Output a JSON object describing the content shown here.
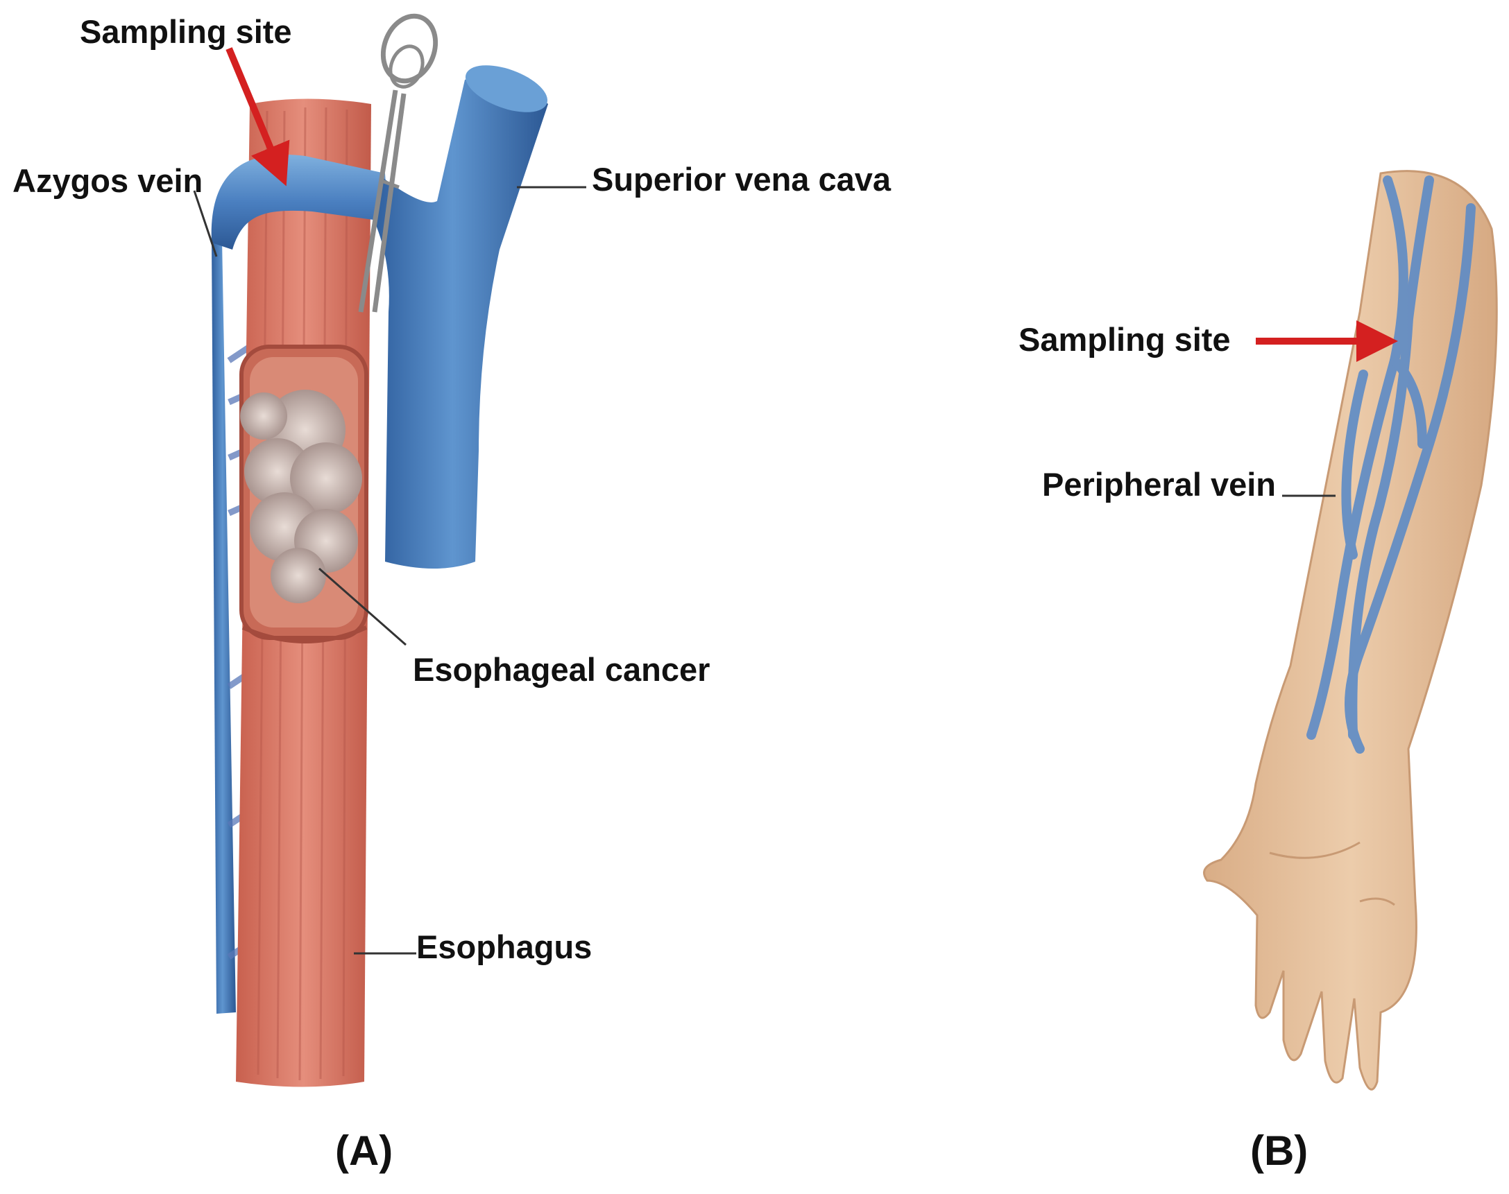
{
  "panel_a": {
    "label": "(A)",
    "sampling_site": "Sampling site",
    "azygos_vein": "Azygos vein",
    "superior_vena_cava": "Superior vena cava",
    "esophageal_cancer": "Esophageal cancer",
    "esophagus": "Esophagus"
  },
  "panel_b": {
    "label": "(B)",
    "sampling_site": "Sampling site",
    "peripheral_vein": "Peripheral vein"
  },
  "colors": {
    "vein": "#3f73b3",
    "vein_highlight": "#7fb0de",
    "esophagus": "#dc7e6c",
    "esophagus_stripe": "#bf5e4c",
    "skin": "#e7c3a0",
    "arrow": "#d42020",
    "leader": "#333333"
  }
}
